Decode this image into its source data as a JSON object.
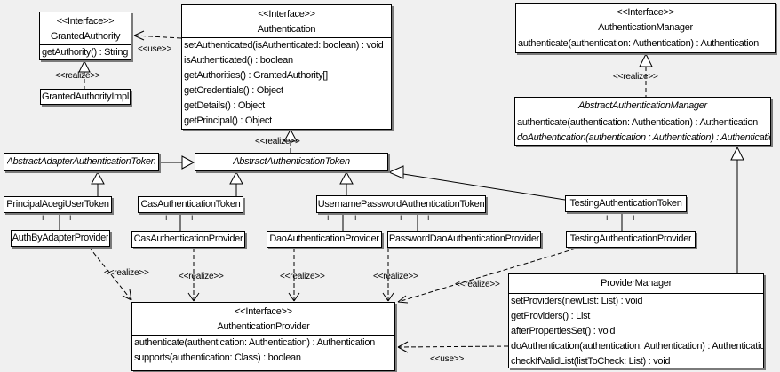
{
  "labels": {
    "realize": "<<realize>>",
    "use": "<<use>>",
    "plus": "+",
    "interface_stereotype": "<<Interface>>"
  },
  "colors": {
    "background": "#f0f0f0",
    "box_fill": "#ffffff",
    "line": "#000000",
    "shadow": "#7a7a7a"
  },
  "classes": {
    "granted_authority": {
      "stereotype": "<<Interface>>",
      "name": "GrantedAuthority",
      "methods": [
        "getAuthority() : String"
      ]
    },
    "granted_authority_impl": {
      "name": "GrantedAuthorityImpl"
    },
    "authentication": {
      "stereotype": "<<Interface>>",
      "name": "Authentication",
      "methods": [
        "setAuthenticated(isAuthenticated: boolean) : void",
        "isAuthenticated() : boolean",
        "getAuthorities() : GrantedAuthority[]",
        "getCredentials() : Object",
        "getDetails() : Object",
        "getPrincipal() : Object"
      ]
    },
    "authentication_manager": {
      "stereotype": "<<Interface>>",
      "name": "AuthenticationManager",
      "methods": [
        "authenticate(authentication: Authentication) : Authentication"
      ]
    },
    "abstract_authentication_manager": {
      "name": "AbstractAuthenticationManager",
      "methods": [
        "authenticate(authentication: Authentication) : Authentication",
        "doAuthentication(authentication : Authentication) : Authentication"
      ]
    },
    "abstract_adapter_authentication_token": {
      "name": "AbstractAdapterAuthenticationToken"
    },
    "abstract_authentication_token": {
      "name": "AbstractAuthenticationToken"
    },
    "principal_acegi_user_token": {
      "name": "PrincipalAcegiUserToken"
    },
    "cas_authentication_token": {
      "name": "CasAuthenticationToken"
    },
    "username_password_authentication_token": {
      "name": "UsernamePasswordAuthenticationToken"
    },
    "testing_authentication_token": {
      "name": "TestingAuthenticationToken"
    },
    "auth_by_adapter_provider": {
      "name": "AuthByAdapterProvider"
    },
    "cas_authentication_provider": {
      "name": "CasAuthenticationProvider"
    },
    "dao_authentication_provider": {
      "name": "DaoAuthenticationProvider"
    },
    "password_dao_authentication_provider": {
      "name": "PasswordDaoAuthenticationProvider"
    },
    "testing_authentication_provider": {
      "name": "TestingAuthenticationProvider"
    },
    "authentication_provider": {
      "stereotype": "<<Interface>>",
      "name": "AuthenticationProvider",
      "methods": [
        "authenticate(authentication: Authentication) : Authentication",
        "supports(authentication: Class) : boolean"
      ]
    },
    "provider_manager": {
      "name": "ProviderManager",
      "methods": [
        "setProviders(newList: List) : void",
        "getProviders() : List",
        "afterPropertiesSet() : void",
        "doAuthentication(authentication: Authentication) : Authentication",
        "checkIfValidList(listToCheck: List) : void"
      ]
    }
  },
  "relationships": [
    {
      "from": "GrantedAuthorityImpl",
      "to": "GrantedAuthority",
      "type": "realize",
      "label": "<<realize>>"
    },
    {
      "from": "Authentication",
      "to": "GrantedAuthority",
      "type": "use",
      "label": "<<use>>"
    },
    {
      "from": "AbstractAuthenticationToken",
      "to": "Authentication",
      "type": "realize",
      "label": "<<realize>>"
    },
    {
      "from": "AbstractAuthenticationManager",
      "to": "AuthenticationManager",
      "type": "realize",
      "label": "<<realize>>"
    },
    {
      "from": "AbstractAdapterAuthenticationToken",
      "to": "AbstractAuthenticationToken",
      "type": "generalization"
    },
    {
      "from": "PrincipalAcegiUserToken",
      "to": "AbstractAdapterAuthenticationToken",
      "type": "generalization"
    },
    {
      "from": "CasAuthenticationToken",
      "to": "AbstractAuthenticationToken",
      "type": "generalization"
    },
    {
      "from": "UsernamePasswordAuthenticationToken",
      "to": "AbstractAuthenticationToken",
      "type": "generalization"
    },
    {
      "from": "TestingAuthenticationToken",
      "to": "AbstractAuthenticationToken",
      "type": "generalization"
    },
    {
      "from": "ProviderManager",
      "to": "AbstractAuthenticationManager",
      "type": "generalization"
    },
    {
      "from": "PrincipalAcegiUserToken",
      "to": "AuthByAdapterProvider",
      "type": "association",
      "multiplicities": [
        "+",
        "+"
      ]
    },
    {
      "from": "CasAuthenticationToken",
      "to": "CasAuthenticationProvider",
      "type": "association",
      "multiplicities": [
        "+",
        "+"
      ]
    },
    {
      "from": "UsernamePasswordAuthenticationToken",
      "to": "DaoAuthenticationProvider",
      "type": "association",
      "multiplicities": [
        "+",
        "+"
      ]
    },
    {
      "from": "UsernamePasswordAuthenticationToken",
      "to": "PasswordDaoAuthenticationProvider",
      "type": "association",
      "multiplicities": [
        "+",
        "+"
      ]
    },
    {
      "from": "TestingAuthenticationToken",
      "to": "TestingAuthenticationProvider",
      "type": "association",
      "multiplicities": [
        "+",
        "+"
      ]
    },
    {
      "from": "AuthByAdapterProvider",
      "to": "AuthenticationProvider",
      "type": "realize",
      "label": "<<realize>>"
    },
    {
      "from": "CasAuthenticationProvider",
      "to": "AuthenticationProvider",
      "type": "realize",
      "label": "<<realize>>"
    },
    {
      "from": "DaoAuthenticationProvider",
      "to": "AuthenticationProvider",
      "type": "realize",
      "label": "<<realize>>"
    },
    {
      "from": "PasswordDaoAuthenticationProvider",
      "to": "AuthenticationProvider",
      "type": "realize",
      "label": "<<realize>>"
    },
    {
      "from": "TestingAuthenticationProvider",
      "to": "AuthenticationProvider",
      "type": "realize",
      "label": "<<realize>>"
    },
    {
      "from": "ProviderManager",
      "to": "AuthenticationProvider",
      "type": "use",
      "label": "<<use>>"
    }
  ]
}
